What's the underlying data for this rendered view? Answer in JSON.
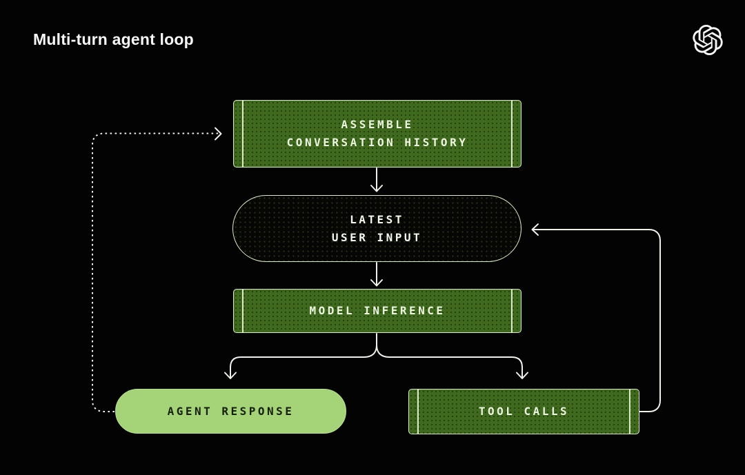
{
  "header": {
    "title": "Multi-turn agent loop",
    "logo_icon": "openai-logo"
  },
  "colors": {
    "background": "#030303",
    "box_green": "#3f6a1d",
    "box_border": "#dcebc9",
    "dark_pill_fill": "#060705",
    "light_pill_fill": "#a5d377",
    "connector": "#f0f1ea",
    "box_text": "#ecf5e0",
    "light_pill_text": "#16200a"
  },
  "diagram": {
    "nodes": [
      {
        "id": "assemble-conversation-history",
        "label": "ASSEMBLE\nCONVERSATION HISTORY",
        "shape": "process-box"
      },
      {
        "id": "latest-user-input",
        "label": "LATEST\nUSER INPUT",
        "shape": "dark-pill"
      },
      {
        "id": "model-inference",
        "label": "MODEL INFERENCE",
        "shape": "process-box"
      },
      {
        "id": "agent-response",
        "label": "AGENT RESPONSE",
        "shape": "light-pill"
      },
      {
        "id": "tool-calls",
        "label": "TOOL CALLS",
        "shape": "process-box"
      }
    ],
    "edges": [
      {
        "from": "assemble-conversation-history",
        "to": "latest-user-input",
        "style": "solid"
      },
      {
        "from": "latest-user-input",
        "to": "model-inference",
        "style": "solid"
      },
      {
        "from": "model-inference",
        "to": "agent-response",
        "style": "solid"
      },
      {
        "from": "model-inference",
        "to": "tool-calls",
        "style": "solid"
      },
      {
        "from": "tool-calls",
        "to": "latest-user-input",
        "style": "solid"
      },
      {
        "from": "agent-response",
        "to": "assemble-conversation-history",
        "style": "dotted"
      }
    ]
  }
}
